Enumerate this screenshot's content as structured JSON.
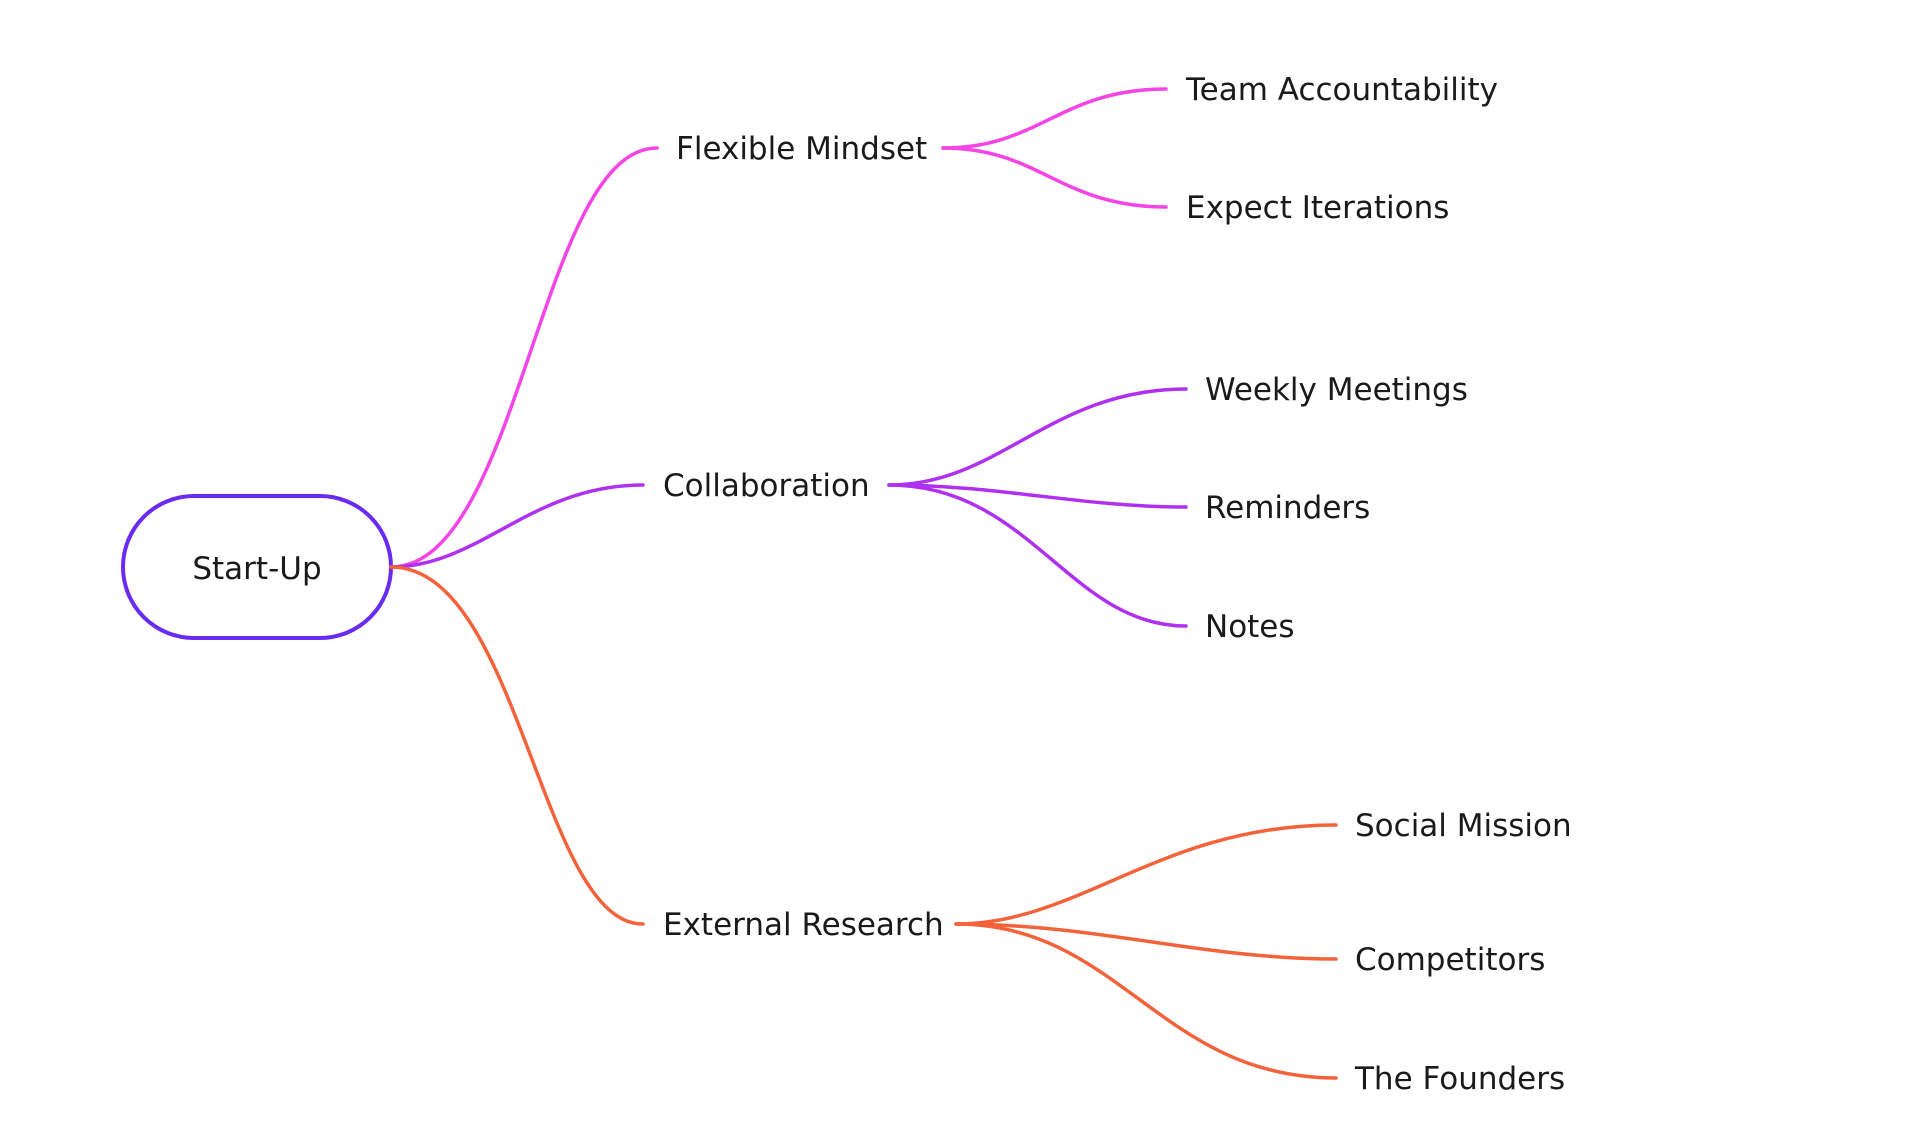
{
  "root": {
    "label": "Start-Up",
    "border_color": "#6a2bf0"
  },
  "branches": [
    {
      "label": "Flexible Mindset",
      "color": "#f544e6",
      "children": [
        "Team Accountability",
        "Expect Iterations"
      ]
    },
    {
      "label": "Collaboration",
      "color": "#b030f0",
      "children": [
        "Weekly Meetings",
        "Reminders",
        "Notes"
      ]
    },
    {
      "label": "External Research",
      "color": "#f4623a",
      "children": [
        "Social Mission",
        "Competitors",
        "The Founders"
      ]
    }
  ]
}
